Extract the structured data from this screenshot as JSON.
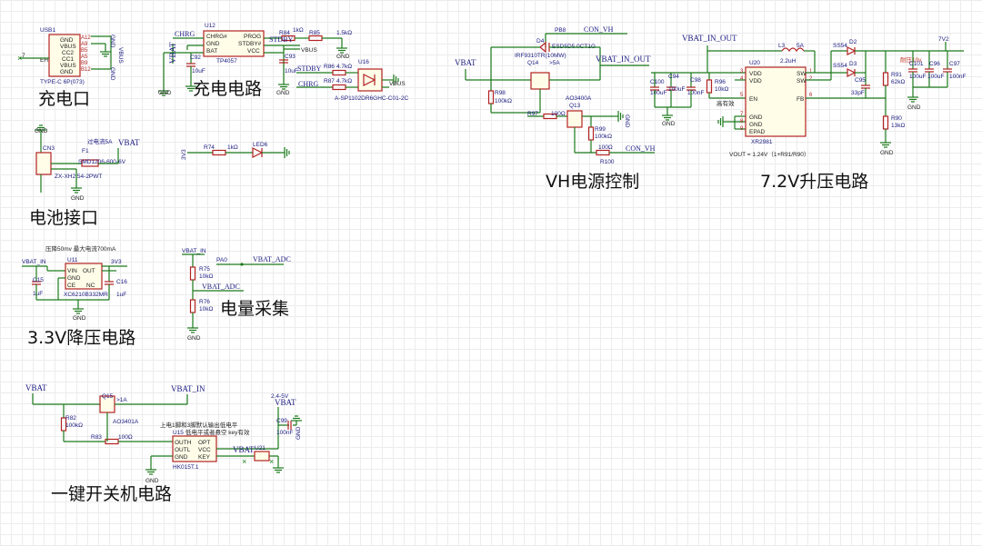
{
  "sections": {
    "usb": "充电口",
    "charge": "充电电路",
    "battery": "电池接口",
    "ldo": "3.3V降压电路",
    "adc": "电量采集",
    "onekey": "一键开关机电路",
    "vh": "VH电源控制",
    "boost": "7.2V升压电路"
  },
  "usb": {
    "ref": "USB1",
    "part": "TYPE-C 6P(073)",
    "eh": "EH",
    "pin7": "7",
    "pins": [
      "GND",
      "VBUS",
      "CC2",
      "CC1",
      "VBUS",
      "GND"
    ],
    "pinnums": [
      "A12",
      "A9",
      "B5",
      "A5",
      "B9",
      "B12"
    ],
    "right_nets": [
      "VBUS",
      "GND",
      "GND"
    ]
  },
  "charger": {
    "ref": "U12",
    "part": "TP4057",
    "pins_left": [
      "CHRG#",
      "GND",
      "BAT"
    ],
    "pins_right": [
      "PROG",
      "STDBY#",
      "VCC"
    ],
    "chrg": "CHRG",
    "stdby": "STDBY",
    "vbus": "VBUS",
    "vbat": "VBAT",
    "r84": "R84",
    "r84v": "1kΩ",
    "r85": "R85",
    "r85v": "1.5kΩ",
    "c92": "C92",
    "c92v": "10uF",
    "c93": "C93",
    "c93v": "10uF",
    "r86": "R86",
    "r86v": "4.7kΩ",
    "r87": "R87",
    "r87v": "4.7kΩ",
    "u16": "U16",
    "u16part": "A-SP1102DR6GHC-C01-2C",
    "vbus2": "VBUS",
    "gnd": "GND"
  },
  "battery": {
    "ref": "CN3",
    "part": "ZX-XH2.54-2PWT",
    "fuse_note": "过电流5A",
    "fuse": "F1",
    "fuse_part": "SMD1206-600-6V",
    "vbat": "VBAT",
    "gnd": "GND"
  },
  "led": {
    "net": "3V3",
    "ref": "R74",
    "val": "1kΩ",
    "led": "LED6"
  },
  "ldo": {
    "note": "压降50mv 最大电流700mA",
    "in": "VBAT_IN",
    "ref": "U11",
    "out": "3V3",
    "pins": [
      "VIN",
      "GND",
      "CE",
      "OUT",
      "NC"
    ],
    "part": "XC6210B332MR",
    "c15": "C15",
    "c15v": "1uF",
    "c16": "C16",
    "c16v": "1uF",
    "gnd": "GND"
  },
  "adc": {
    "in": "VBAT_IN",
    "pa0": "PA0",
    "net": "VBAT_ADC",
    "net2": "VBAT_ADC",
    "r75": "R75",
    "r75v": "10kΩ",
    "r76": "R76",
    "r76v": "10kΩ",
    "gnd": "GND"
  },
  "onekey": {
    "vbat": "VBAT",
    "vbat_in": "VBAT_IN",
    "q15": "Q15",
    "q15note": ">1A",
    "q15part": "AO3401A",
    "r82": "R82",
    "r82v": "100kΩ",
    "r83": "R83",
    "r83v": "100Ω",
    "u15": "U15",
    "u15part": "HK015T.1",
    "note1": "上电1脚和3脚默认输出低电平",
    "note2": "低电平或者悬空 key有效",
    "pins_left": [
      "OUTH",
      "OUTL",
      "GND"
    ],
    "pins_right": [
      "OPT",
      "VCC",
      "KEY"
    ],
    "vcc": "2.4-5V",
    "vbat2": "VBAT",
    "c99": "C99",
    "c99v": "100nF",
    "u21": "U21",
    "vbat3": "VBAT",
    "gnd": "GND"
  },
  "vh": {
    "pb8": "PB8",
    "con": "CON_VH",
    "d4": "D4",
    "d4part": "ESD5D5.0CT1G",
    "q14part": "IRF9310TR(10MW)",
    "q14": "Q14",
    "q14note": ">5A",
    "vbat": "VBAT",
    "vbat_in_out": "VBAT_IN_OUT",
    "r98": "R98",
    "r98v": "100kΩ",
    "r97": "R97",
    "r97v": "100Ω",
    "q13": "Q13",
    "q13part": "AO3400A",
    "r99": "R99",
    "r99v": "100kΩ",
    "r100": "R100",
    "r100v": "100Ω",
    "con2": "CON_VH",
    "gnd": "GND"
  },
  "boost": {
    "in": "VBAT_IN_OUT",
    "l3": "L3",
    "l3v": "2.2uH",
    "l3note": "5A",
    "c100": "C100",
    "c100v": "100uF",
    "c94": "C94",
    "c94v": "100uF",
    "c98": "C98",
    "c98v": "100nF",
    "r96": "R96",
    "r96v": "10kΩ",
    "u20": "U20",
    "u20part": "XR2981",
    "note": "高有效",
    "pins_left": [
      "VDD",
      "VDD",
      "EN",
      "GND",
      "GND",
      "EPAD"
    ],
    "pinnums_left": [
      "3",
      "4",
      "5",
      "7",
      "8",
      "9"
    ],
    "pins_right": [
      "SW",
      "SW",
      "FB"
    ],
    "pinnums_right": [
      "1",
      "2",
      "6"
    ],
    "ss": [
      "SS54",
      "SS54"
    ],
    "d": [
      "D2",
      "D3"
    ],
    "c95": "C95",
    "c95v": "33pF",
    "r91": "R91",
    "r91v": "62kΩ",
    "r90": "R90",
    "r90v": "13kΩ",
    "ctext": "耐压10v",
    "c101": "C101",
    "c101v": "100uF",
    "c96": "C96",
    "c96v": "100uF",
    "c97": "C97",
    "c97v": "100nF",
    "out": "7V2",
    "formula": "VOUT = 1.24V（1+R91/R90）",
    "gnd": "GND"
  }
}
